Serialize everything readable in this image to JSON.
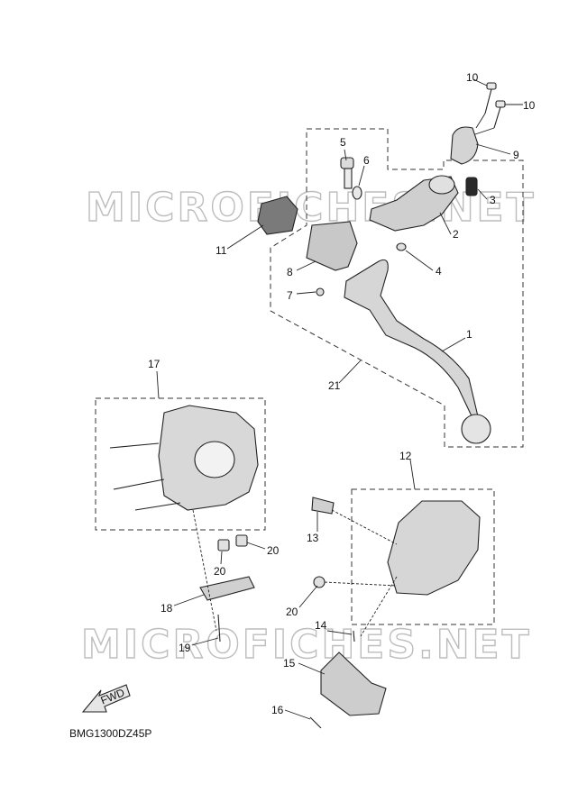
{
  "diagram_code": "BMG1300DZ45P",
  "watermark": "MICROFICHES.NET",
  "fwd_label": "FWD",
  "callouts": [
    "1",
    "2",
    "3",
    "4",
    "5",
    "6",
    "7",
    "8",
    "9",
    "10",
    "10",
    "11",
    "12",
    "13",
    "14",
    "15",
    "16",
    "17",
    "18",
    "19",
    "20",
    "20",
    "20",
    "21"
  ]
}
